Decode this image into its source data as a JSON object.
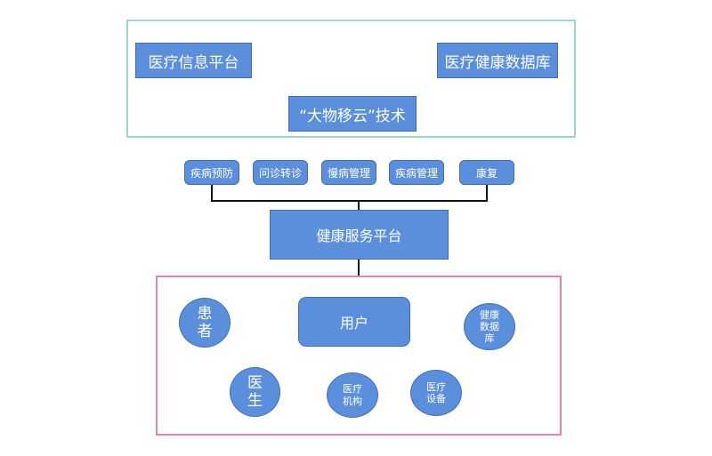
{
  "top_section": {
    "platform_left": "医疗信息平台",
    "platform_right": "医疗健康数据库",
    "tech": "“大物移云”技术"
  },
  "services": [
    "疾病预防",
    "问诊转诊",
    "慢病管理",
    "疾病管理",
    "康复"
  ],
  "central": {
    "label": "健康服务平台"
  },
  "bottom_section": {
    "user": "用户",
    "patient": "患\n者",
    "health_db": "健康\n数据\n库",
    "doctor": "医\n生",
    "medical_institution": "医疗\n机构",
    "medical_equipment": "医疗\n设备"
  },
  "colors": {
    "box_fill": "#5b8fdc",
    "top_frame": "#9ad9c2",
    "bottom_frame": "#e58796"
  }
}
